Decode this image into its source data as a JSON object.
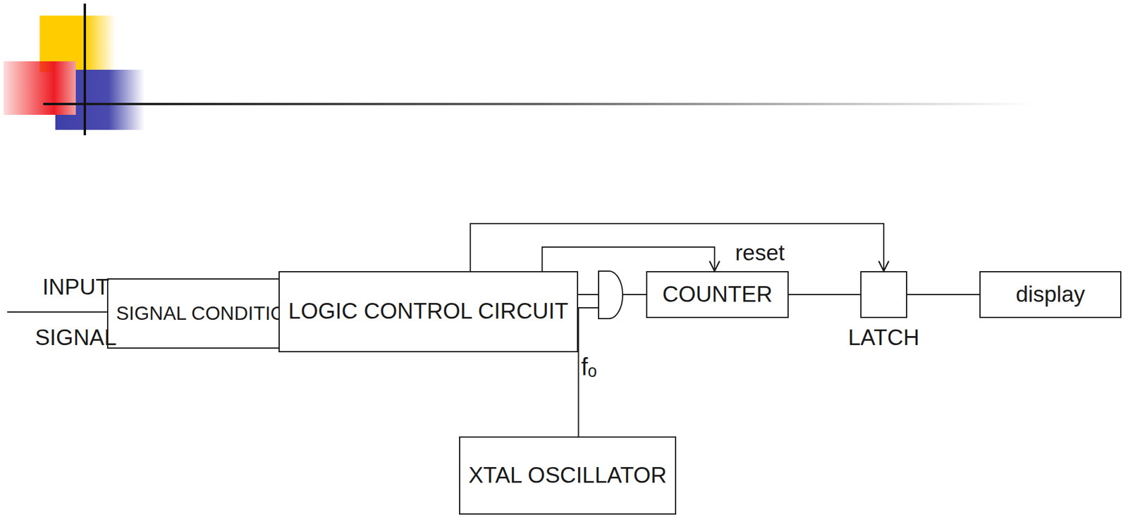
{
  "diagram": {
    "nodes": [
      {
        "text": [
          "SIGNAL CONDITIONER"
        ]
      },
      {
        "text": [
          "LOGIC CONTROL CIRCUIT"
        ]
      },
      {
        "text": [
          "COUNTER"
        ]
      },
      {
        "text": [
          "LATCH"
        ]
      },
      {
        "text": [
          "display"
        ]
      },
      {
        "text": [
          "XTAL OSCILLATOR"
        ]
      }
    ],
    "edges": [
      {
        "from": 0,
        "to": 1,
        "arrow": "none"
      },
      {
        "from": 1,
        "to": 3,
        "arrow": "to"
      },
      {
        "from": 1,
        "to": 2,
        "label": "reset",
        "arrow": "to"
      },
      {
        "from": 1,
        "to": 2,
        "arrow": "none"
      },
      {
        "from": 5,
        "to": 2,
        "arrow": "none"
      },
      {
        "from": 2,
        "to": 3,
        "arrow": "none"
      },
      {
        "from": 3,
        "to": 4,
        "arrow": "none"
      }
    ],
    "labels": [
      "INPUT",
      "SIGNAL",
      "fₒ"
    ]
  }
}
